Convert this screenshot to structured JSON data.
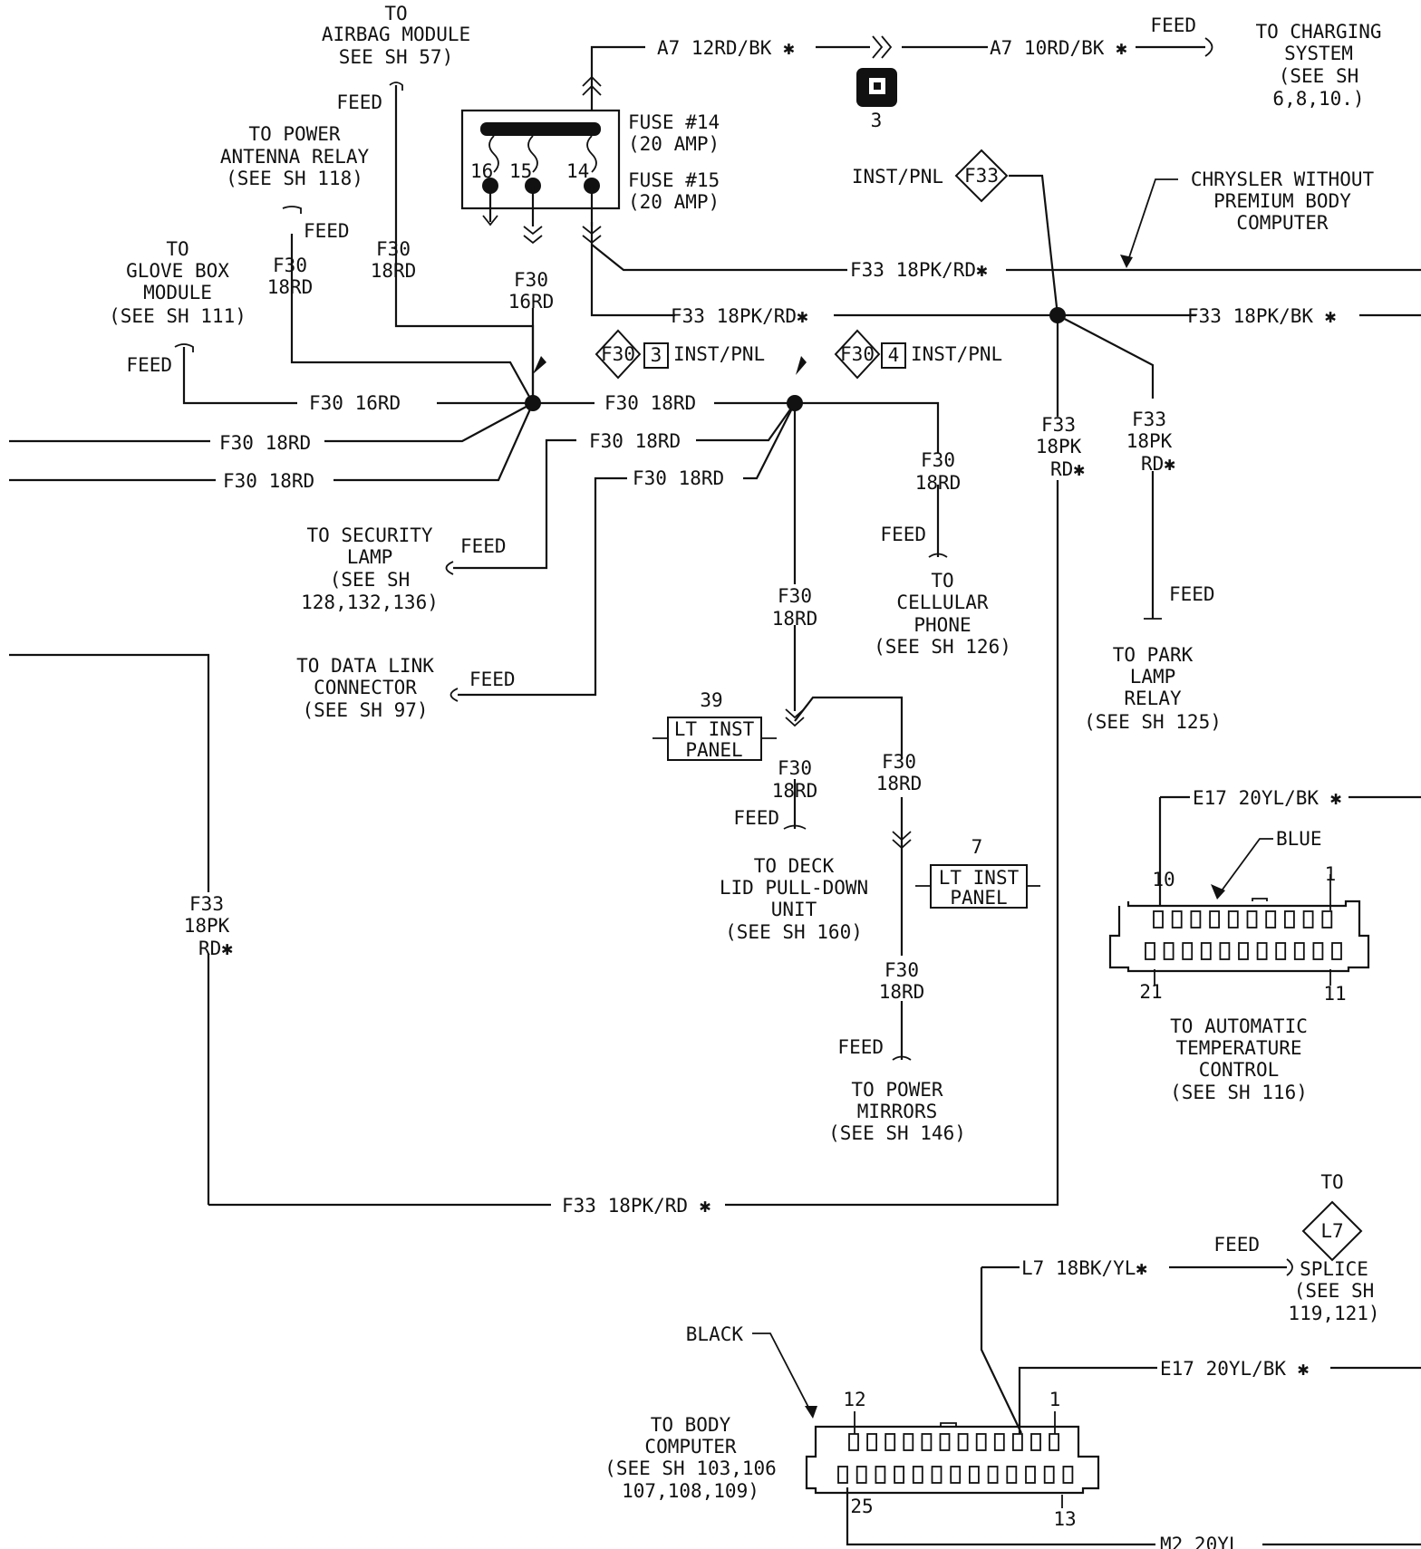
{
  "labels": {
    "airbag": [
      "TO",
      "AIRBAG MODULE",
      "SEE SH 57)"
    ],
    "feed": "FEED",
    "power_antenna": [
      "TO POWER",
      "ANTENNA RELAY",
      "(SEE SH 118)"
    ],
    "glove_box": [
      "TO",
      "GLOVE BOX",
      "MODULE",
      "(SEE SH 111)"
    ],
    "security_lamp": [
      "TO SECURITY",
      "LAMP",
      "(SEE SH",
      "128,132,136)"
    ],
    "data_link": [
      "TO DATA LINK",
      "CONNECTOR",
      "(SEE SH 97)"
    ],
    "cellular": [
      "TO",
      "CELLULAR",
      "PHONE",
      "(SEE SH 126)"
    ],
    "deck_lid": [
      "TO DECK",
      "LID PULL-DOWN",
      "UNIT",
      "(SEE SH 160)"
    ],
    "power_mirrors": [
      "TO POWER",
      "MIRRORS",
      "(SEE SH 146)"
    ],
    "park_lamp": [
      "TO PARK",
      "LAMP",
      "RELAY",
      "(SEE SH 125)"
    ],
    "charging": [
      "TO CHARGING",
      "SYSTEM",
      "(SEE SH",
      "6,8,10.)"
    ],
    "chrysler": [
      "CHRYSLER WITHOUT",
      "PREMIUM BODY",
      "COMPUTER"
    ],
    "auto_temp": [
      "TO AUTOMATIC",
      "TEMPERATURE",
      "CONTROL",
      "(SEE SH 116)"
    ],
    "body_computer": [
      "TO BODY",
      "COMPUTER",
      "(SEE SH 103,106",
      "107,108,109)"
    ],
    "splice": [
      "SPLICE",
      "(SEE SH",
      "119,121)"
    ],
    "to": "TO",
    "blue": "BLUE",
    "black": "BLACK"
  },
  "fuses": {
    "fuse14": [
      "FUSE #14",
      "(20 AMP)"
    ],
    "fuse15": [
      "FUSE #15",
      "(20 AMP)"
    ],
    "numbers": [
      "16",
      "15",
      "14"
    ]
  },
  "wires": {
    "a7_12": "A7 12RD/BK ✱",
    "a7_10": "A7 10RD/BK ✱",
    "f30_16rd": "F30 16RD",
    "f30_18rd": "F30 18RD",
    "f30": "F30",
    "rd18": "18RD",
    "rd16": "16RD",
    "f33_pkrd": "F33 18PK/RD✱",
    "f33_pkrd_bottom": "F33 18PK/RD ✱",
    "f33_pkbk": "F33 18PK/BK ✱",
    "f33": "F33",
    "pk18": "18PK",
    "rd_star": "RD✱",
    "e17": "E17 20YL/BK ✱",
    "l7": "L7 18BK/YL✱",
    "m2": "M2 20YL"
  },
  "connectors": {
    "f30_3": {
      "code": "F30",
      "num": "3",
      "label": "INST/PNL"
    },
    "f30_4": {
      "code": "F30",
      "num": "4",
      "label": "INST/PNL"
    },
    "f33": {
      "code": "F33",
      "label": "INST/PNL"
    },
    "l7": "L7",
    "lt_inst_39": {
      "num": "39",
      "line1": "LT INST",
      "line2": "PANEL"
    },
    "lt_inst_7": {
      "num": "7",
      "line1": "LT INST",
      "line2": "PANEL"
    },
    "ground_num": "3"
  },
  "pins": {
    "blue": {
      "p10": "10",
      "p1": "1",
      "p21": "21",
      "p11": "11"
    },
    "black": {
      "p12": "12",
      "p1": "1",
      "p25": "25",
      "p13": "13"
    }
  }
}
